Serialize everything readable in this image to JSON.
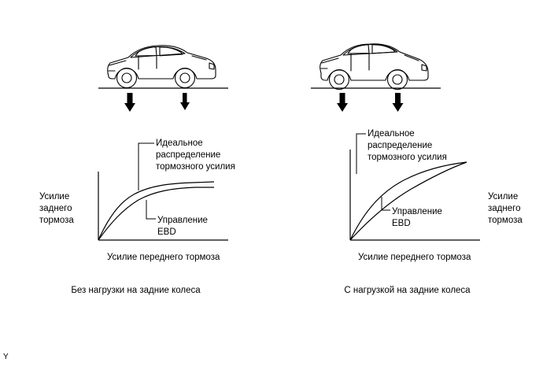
{
  "diagram": {
    "title_corner": "Y",
    "panels": [
      {
        "id": "left",
        "vehicle_icon": "sedan-side-view-unloaded",
        "arrows": [
          "down-arrow-front",
          "down-arrow-rear"
        ],
        "labels": {
          "ideal": "Идеальное\nраспределение\nтормозного усилия",
          "y_axis": "Усилие\nзаднего\nтормоза",
          "ebd": "Управление\nEBD",
          "x_axis": "Усилие переднего тормоза"
        },
        "caption": "Без нагрузки на задние колеса"
      },
      {
        "id": "right",
        "vehicle_icon": "sedan-side-view-loaded",
        "arrows": [
          "down-arrow-front",
          "down-arrow-rear"
        ],
        "labels": {
          "ideal": "Идеальное\nраспределение\nтормозного усилия",
          "y_axis": "Усилие\nзаднего\nтормоза",
          "ebd": "Управление\nEBD",
          "x_axis": "Усилие переднего тормоза"
        },
        "caption": "С нагрузкой на задние колеса"
      }
    ],
    "colors": {
      "line": "#000000",
      "background": "#ffffff"
    }
  },
  "chart_data": [
    {
      "type": "line",
      "title": "Без нагрузки на задние колеса",
      "xlabel": "Усилие переднего тормоза",
      "ylabel": "Усилие заднего тормоза",
      "xlim": [
        0,
        100
      ],
      "ylim": [
        0,
        100
      ],
      "grid": false,
      "legend_position": "annotation",
      "series": [
        {
          "name": "Идеальное распределение тормозного усилия",
          "values": [
            [
              0,
              0
            ],
            [
              8,
              22
            ],
            [
              18,
              42
            ],
            [
              30,
              56
            ],
            [
              42,
              64
            ],
            [
              55,
              68
            ],
            [
              70,
              70
            ],
            [
              85,
              71
            ],
            [
              100,
              71
            ]
          ]
        },
        {
          "name": "Управление EBD",
          "values": [
            [
              0,
              0
            ],
            [
              10,
              16
            ],
            [
              22,
              36
            ],
            [
              34,
              52
            ],
            [
              46,
              61
            ],
            [
              58,
              65
            ],
            [
              72,
              66
            ],
            [
              86,
              66
            ],
            [
              100,
              66
            ]
          ]
        }
      ]
    },
    {
      "type": "line",
      "title": "С нагрузкой на задние колеса",
      "xlabel": "Усилие переднего тормоза",
      "ylabel": "Усилие заднего тормоза",
      "xlim": [
        0,
        100
      ],
      "ylim": [
        0,
        100
      ],
      "grid": false,
      "legend_position": "annotation",
      "series": [
        {
          "name": "Идеальное распределение тормозного усилия",
          "values": [
            [
              0,
              0
            ],
            [
              12,
              28
            ],
            [
              26,
              48
            ],
            [
              42,
              64
            ],
            [
              58,
              76
            ],
            [
              74,
              85
            ],
            [
              88,
              91
            ],
            [
              100,
              95
            ]
          ]
        },
        {
          "name": "Управление EBD",
          "values": [
            [
              0,
              0
            ],
            [
              14,
              22
            ],
            [
              30,
              42
            ],
            [
              46,
              58
            ],
            [
              62,
              70
            ],
            [
              78,
              81
            ],
            [
              90,
              89
            ],
            [
              100,
              95
            ]
          ]
        }
      ]
    }
  ]
}
